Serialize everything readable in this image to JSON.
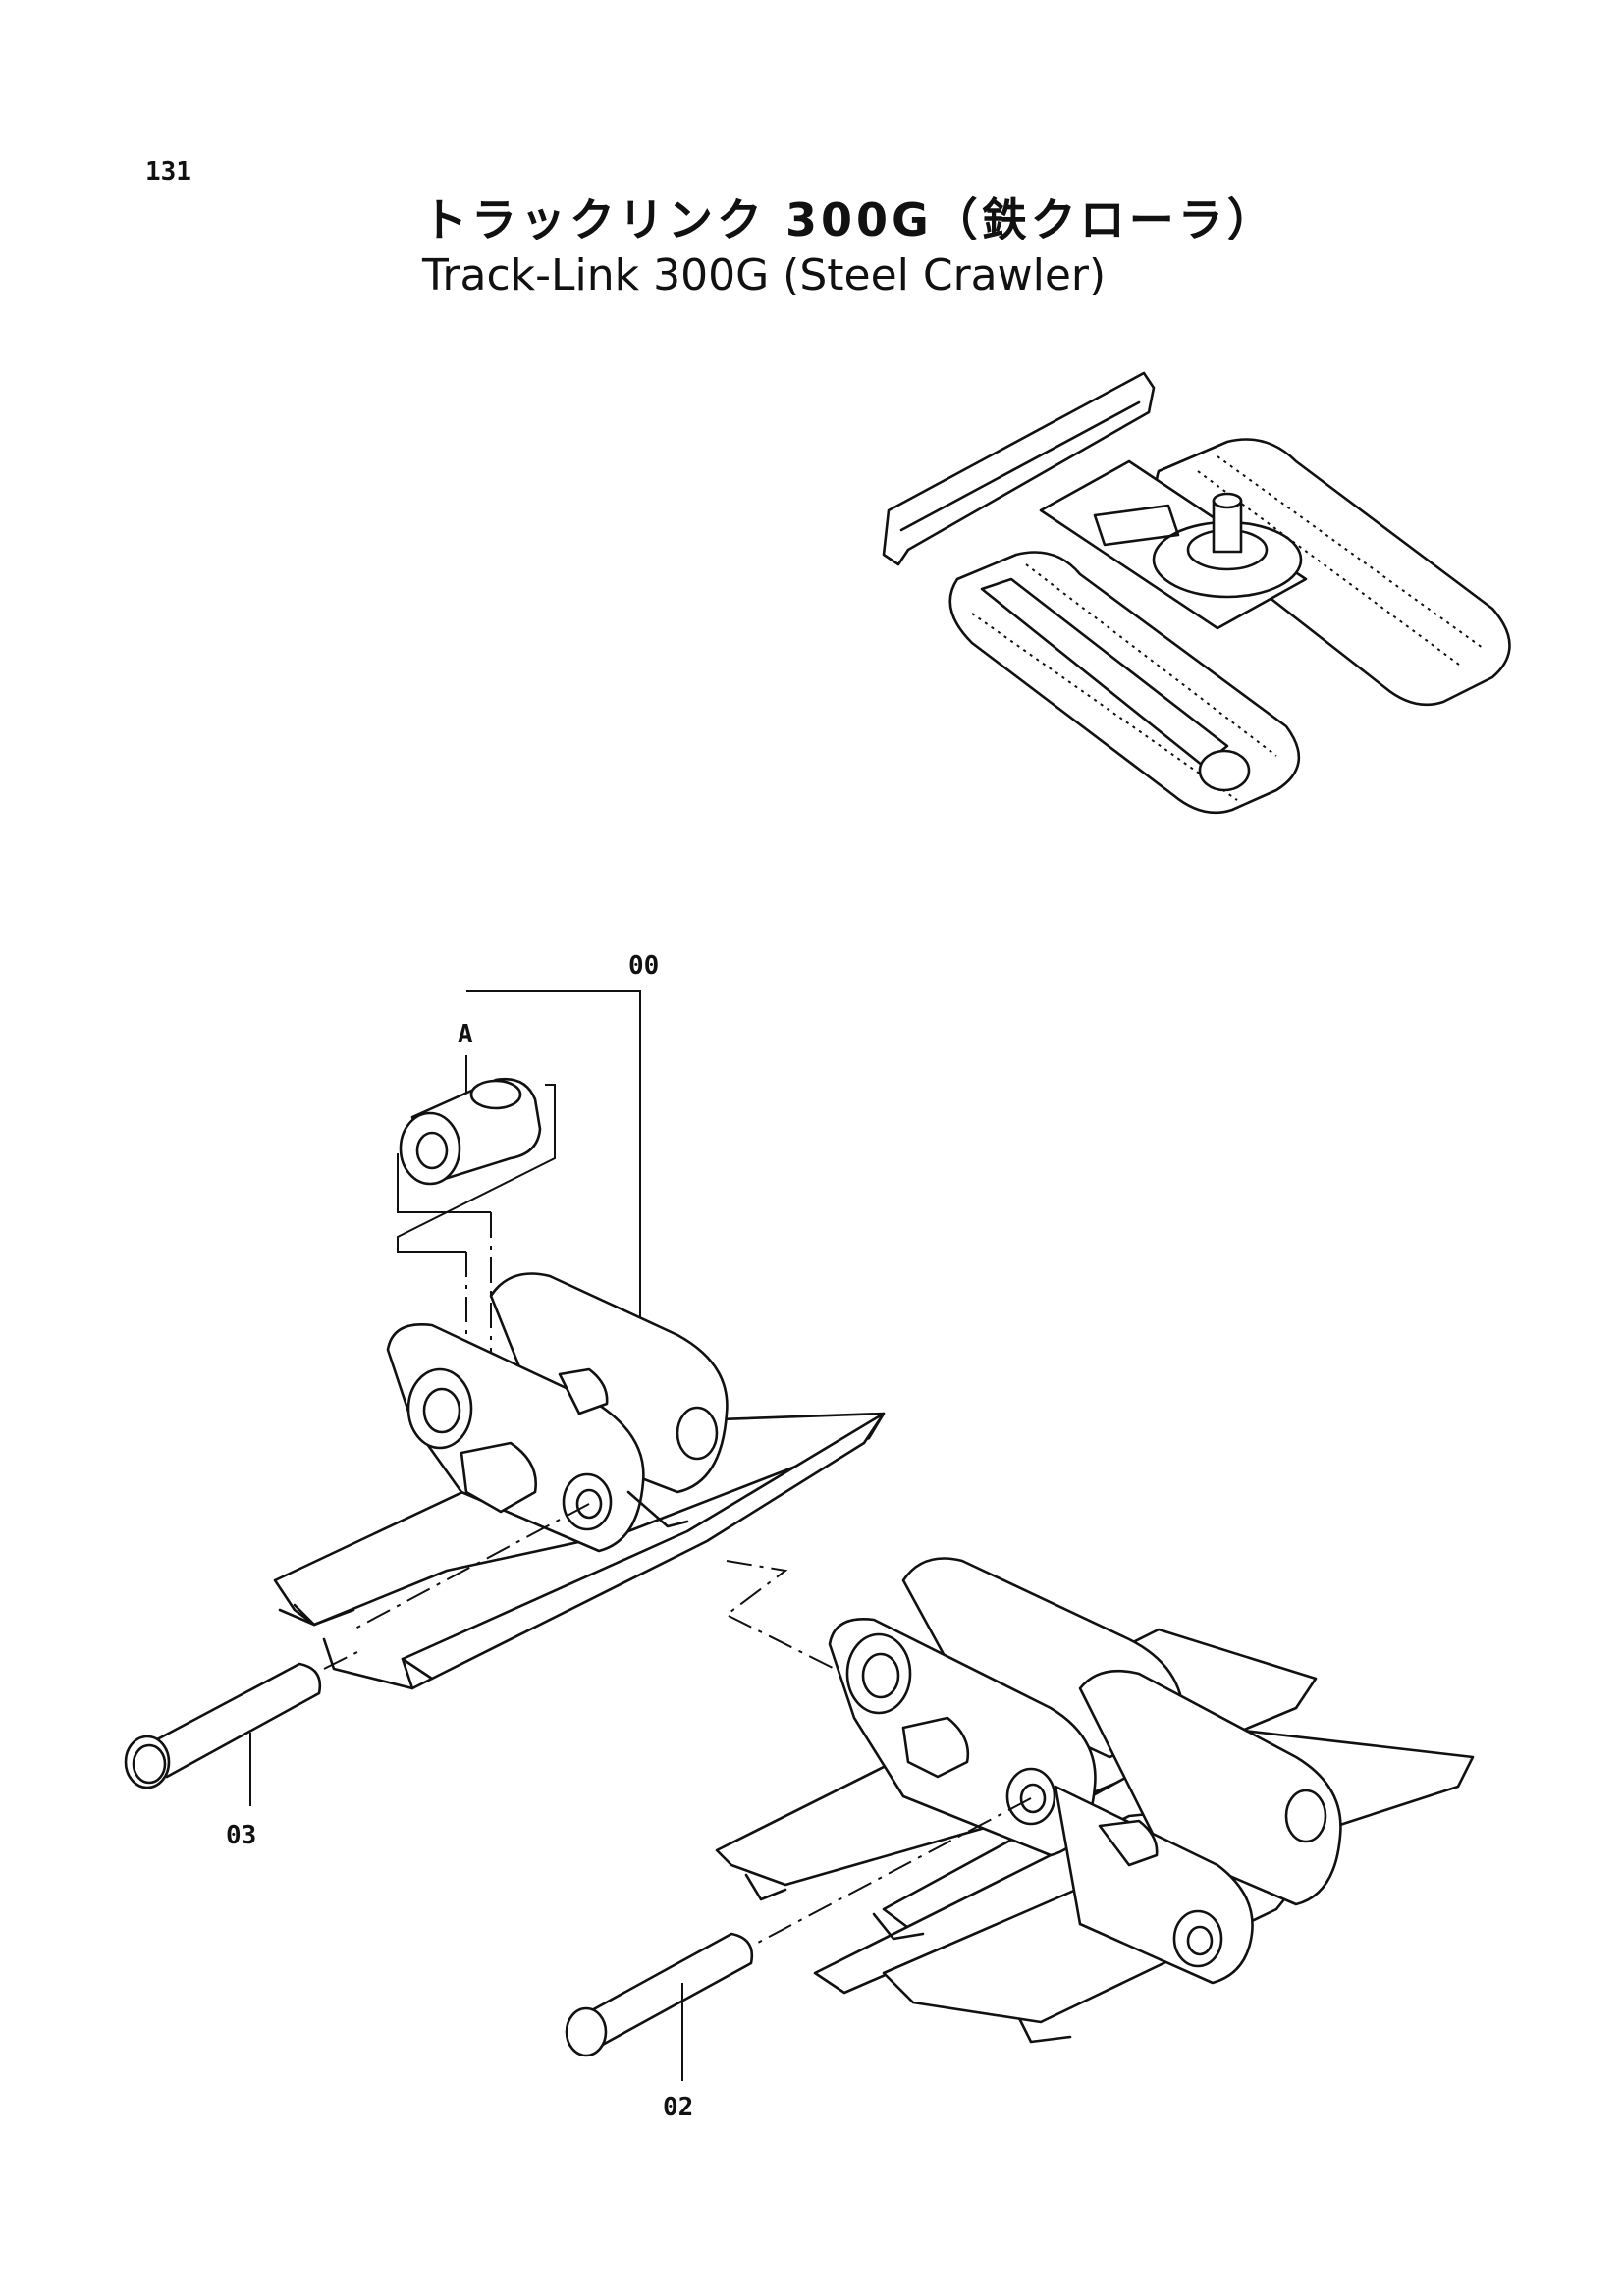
{
  "header": {
    "page_number": "131",
    "title_jp": "トラックリンク 300G（鉄クローラ）",
    "title_en": "Track-Link 300G (Steel Crawler)"
  },
  "callouts": {
    "assembly": "00",
    "sub_a": "A",
    "pin_master": "03",
    "pin": "02"
  },
  "icons": [
    "excavator-undercarriage-icon",
    "track-link-assembly",
    "bushing",
    "master-pin",
    "track-pin"
  ]
}
